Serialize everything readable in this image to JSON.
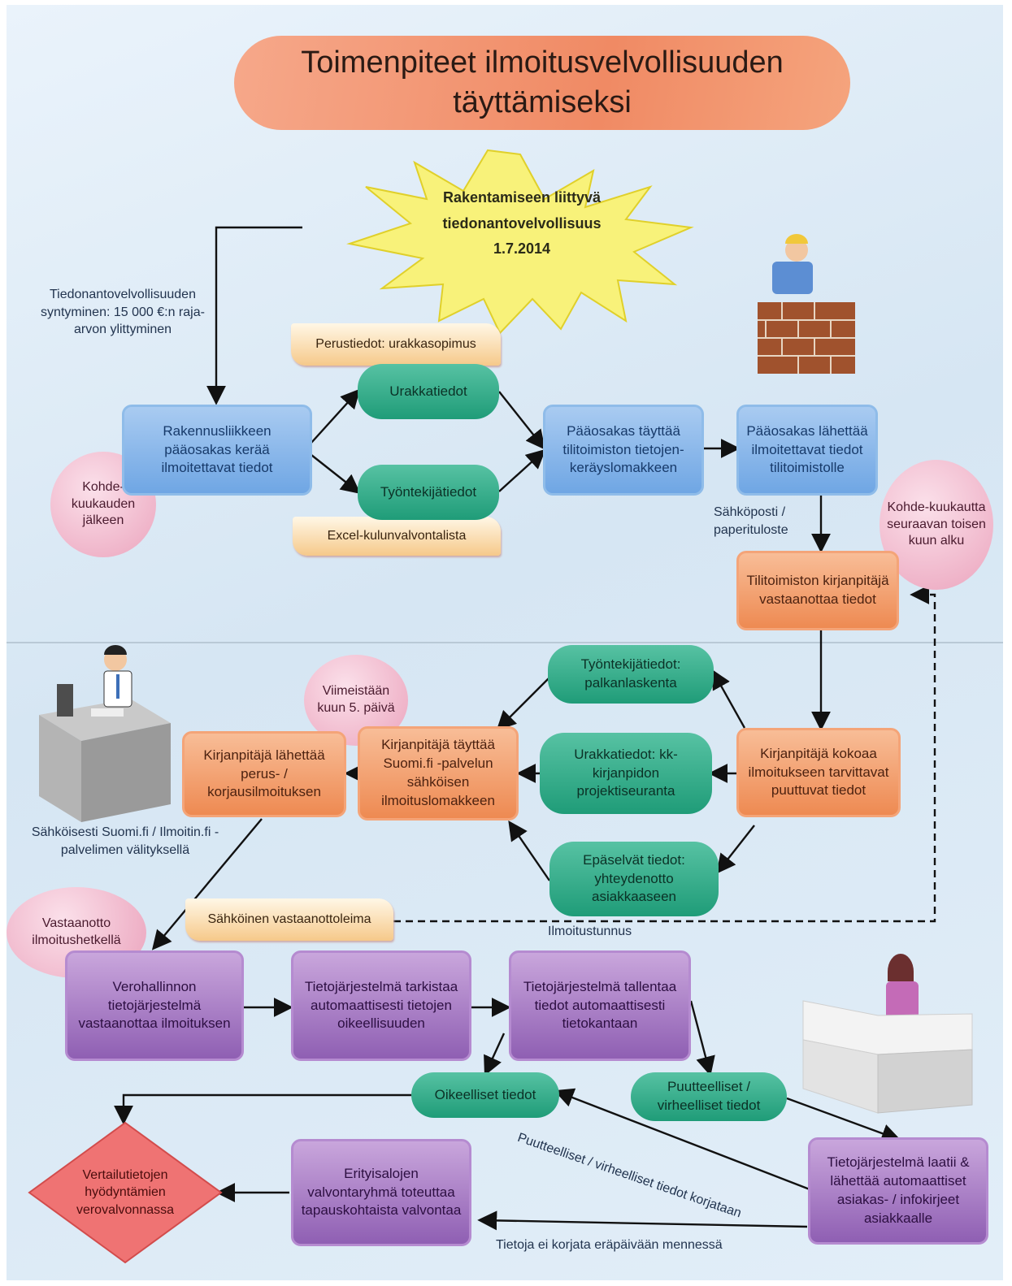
{
  "title": "Toimenpiteet ilmoitusvelvollisuuden täyttämiseksi",
  "burst": {
    "line1": "Rakentamiseen liittyvä",
    "line2": "tiedonantovelvollisuus",
    "line3": "1.7.2014"
  },
  "labels": {
    "obligation": "Tiedonantovelvollisuuden syntyminen: 15 000 €:n raja-arvon ylittyminen",
    "email": "Sähköposti / paperituloste",
    "electronic": "Sähköisesti Suomi.fi / Ilmoitin.fi -palvelimen välityksellä",
    "id": "Ilmoitustunnus",
    "corrected": "Puutteelliset / virheelliset tiedot korjataan",
    "not_corrected": "Tietoja ei korjata eräpäivään mennessä"
  },
  "scrolls": {
    "basic": "Perustiedot: urakkasopimus",
    "excel": "Excel-kulunvalvontalista",
    "stamp": "Sähköinen vastaanottoleima"
  },
  "circles": {
    "after_month": "Kohde-kuukauden jälkeen",
    "second_month": "Kohde-kuukautta seuraavan toisen kuun alku",
    "fifth_day": "Viimeistään kuun 5. päivä",
    "reception": "Vastaanotto ilmoitushetkellä"
  },
  "boxes": {
    "collects": "Rakennusliikkeen pääosakas kerää ilmoitettavat tiedot",
    "contract": "Urakkatiedot",
    "employee": "Työntekijätiedot",
    "fills_form": "Pääosakas täyttää tilitoimiston tietojen-keräyslomakkeen",
    "sends": "Pääosakas lähettää ilmoitettavat tiedot tilitoimistolle",
    "receives": "Tilitoimiston kirjanpitäjä vastaanottaa tiedot",
    "employee_pay": "Työntekijätiedot: palkanlaskenta",
    "contract_acc": "Urakkatiedot: kk-kirjanpidon projektiseuranta",
    "unclear": "Epäselvät tiedot: yhteydenotto asiakkaaseen",
    "compiles": "Kirjanpitäjä kokoaa ilmoitukseen tarvittavat puuttuvat tiedot",
    "fills_suomi": "Kirjanpitäjä täyttää Suomi.fi -palvelun sähköisen ilmoituslomakkeen",
    "sends_report": "Kirjanpitäjä lähettää perus- / korjausilmoituksen",
    "tax_receives": "Verohallinnon tietojärjestelmä vastaanottaa ilmoituksen",
    "checks": "Tietojärjestelmä tarkistaa automaattisesti tietojen oikeellisuuden",
    "saves": "Tietojärjestelmä tallentaa tiedot automaattisesti tietokantaan",
    "correct": "Oikeelliset tiedot",
    "faulty": "Puutteelliset / virheelliset tiedot",
    "letters": "Tietojärjestelmä laatii & lähettää automaattiset asiakas- / infokirjeet asiakkaalle",
    "special": "Erityisalojen valvontaryhmä toteuttaa tapauskohtaista valvontaa",
    "comparison": "Vertailutietojen hyödyntämien verovalvonnassa"
  },
  "colors": {
    "blue": "#6fa6e4",
    "orange": "#ee8a52",
    "purple": "#8f5fb3",
    "green": "#1f9c78",
    "pink": "#eba4bd",
    "title": "#f08a64",
    "burst": "#f8f27a"
  },
  "icons": [
    "builder-brick-wall-icon",
    "office-worker-computer-icon",
    "receptionist-desk-icon"
  ]
}
